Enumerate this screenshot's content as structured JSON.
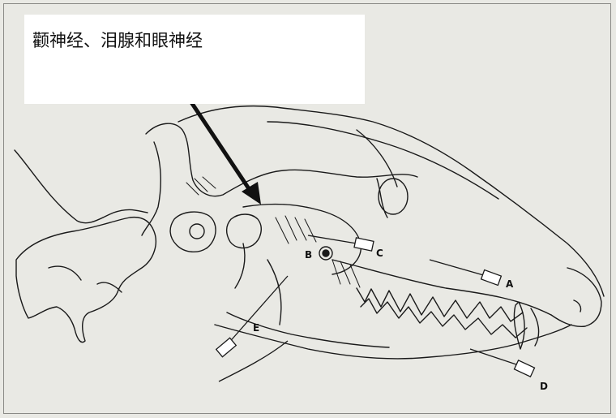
{
  "caption": "颧神经、泪腺和眼神经",
  "needle_labels": {
    "a": "A",
    "b": "B",
    "c": "C",
    "d": "D",
    "e": "E"
  },
  "colors": {
    "paper": "#e9e9e4",
    "ink": "#1a1a1a",
    "caption_bg": "#ffffff"
  }
}
